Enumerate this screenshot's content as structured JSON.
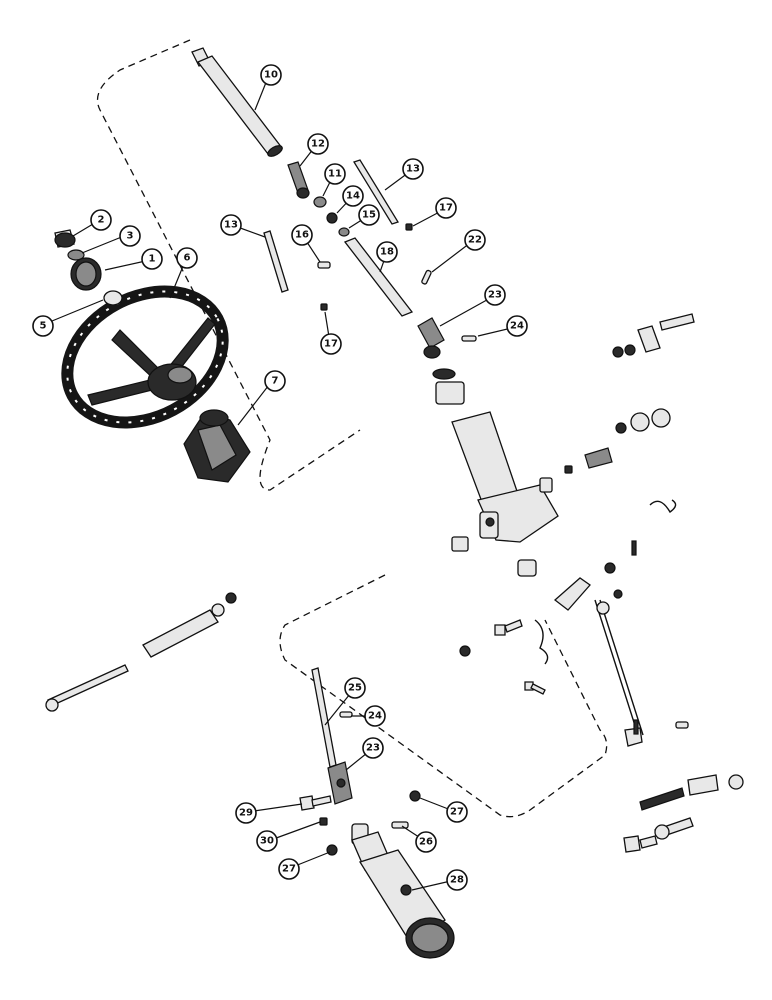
{
  "callouts": [
    {
      "id": "c1",
      "label": "1"
    },
    {
      "id": "c2",
      "label": "2"
    },
    {
      "id": "c3",
      "label": "3"
    },
    {
      "id": "c5",
      "label": "5"
    },
    {
      "id": "c6",
      "label": "6"
    },
    {
      "id": "c7",
      "label": "7"
    },
    {
      "id": "c10",
      "label": "10"
    },
    {
      "id": "c11",
      "label": "11"
    },
    {
      "id": "c12",
      "label": "12"
    },
    {
      "id": "c13a",
      "label": "13"
    },
    {
      "id": "c13b",
      "label": "13"
    },
    {
      "id": "c14",
      "label": "14"
    },
    {
      "id": "c15",
      "label": "15"
    },
    {
      "id": "c16",
      "label": "16"
    },
    {
      "id": "c17a",
      "label": "17"
    },
    {
      "id": "c17b",
      "label": "17"
    },
    {
      "id": "c18",
      "label": "18"
    },
    {
      "id": "c22",
      "label": "22"
    },
    {
      "id": "c23a",
      "label": "23"
    },
    {
      "id": "c23b",
      "label": "23"
    },
    {
      "id": "c24a",
      "label": "24"
    },
    {
      "id": "c24b",
      "label": "24"
    },
    {
      "id": "c25",
      "label": "25"
    },
    {
      "id": "c26",
      "label": "26"
    },
    {
      "id": "c27a",
      "label": "27"
    },
    {
      "id": "c27b",
      "label": "27"
    },
    {
      "id": "c28",
      "label": "28"
    },
    {
      "id": "c29",
      "label": "29"
    },
    {
      "id": "c30",
      "label": "30"
    }
  ]
}
